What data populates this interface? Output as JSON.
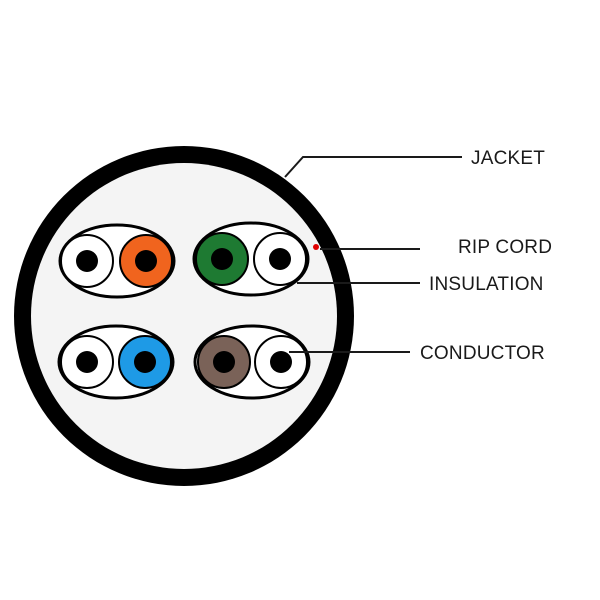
{
  "labels": {
    "jacket": "JACKET",
    "rip_cord": "RIP CORD",
    "insulation": "INSULATION",
    "conductor": "CONDUCTOR"
  },
  "colors": {
    "jacket": "#000000",
    "interior": "#f4f4f4",
    "pair_orange": "#f0641e",
    "pair_green": "#1e7a32",
    "pair_blue": "#1e9ae6",
    "pair_brown": "#7a6258",
    "white_wire": "#ffffff",
    "conductor": "#000000",
    "rip_cord": "#e00000"
  }
}
